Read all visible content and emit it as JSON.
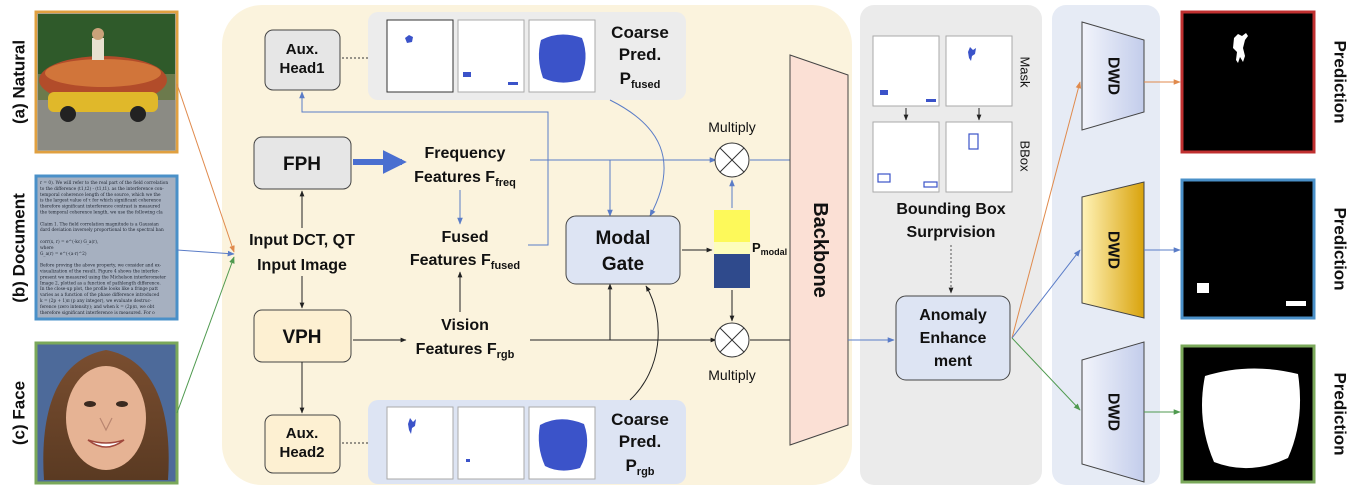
{
  "inputs": {
    "natural_label": "(a) Natural",
    "document_label": "(b) Document",
    "face_label": "(c) Face",
    "document_text": [
      "r = 0). We will refer to the real part of the field correlation",
      "to the difference (t1,t2) - (t1,t1). as the interference con-",
      "temporal coherence length of the source, which we the",
      "is the largest value of τ for which significant coherence",
      "therefore significant interference contrast is measured",
      "the temporal coherence length, we use the following cla",
      "",
      "Claim 1. The field correlation magnitude is a Gaussian",
      "dard deviation inversely proportional to the spectral ban",
      "",
      "corr(x, r) = e^(-kc) G_a(r),",
      "where",
      "G_a(r) = e^(-(a·r)^2)",
      "",
      "Before proving the above property, we consider and ex-",
      "visualization of the result. Figure 4 shows the interfer-",
      "present we measured using the Michelson interferometer",
      "Image 2, plotted as a function of pathlength difference.",
      "In the close-up plot, the profile looks like a fringe patt",
      "varies as a function of the phase difference introduced",
      "k = (2p + 1)π (p any integer), we evaluate destruc-",
      "ference (zero intensity); and when k = (2p)π, we obt",
      "therefore significant interference is measured. For o"
    ]
  },
  "blocks": {
    "aux_head1": [
      "Aux.",
      "Head1"
    ],
    "aux_head2": [
      "Aux.",
      "Head2"
    ],
    "fph": "FPH",
    "vph": "VPH",
    "input_text": [
      "Input DCT, QT",
      "Input Image"
    ],
    "freq_features": {
      "line1": "Frequency",
      "base": "Features F",
      "sub": "freq"
    },
    "fused_features": {
      "line1": "Fused",
      "base": "Features F",
      "sub": "fused"
    },
    "vision_features": {
      "line1": "Vision",
      "base": "Features F",
      "sub": "rgb"
    },
    "modal_gate": [
      "Modal",
      "Gate"
    ],
    "p_modal": {
      "base": "P",
      "sub": "modal"
    },
    "multiply_top": "Multiply",
    "multiply_bottom": "Multiply",
    "backbone": "Backbone",
    "coarse_top": {
      "l1": "Coarse",
      "l2": "Pred.",
      "base": "P",
      "sub": "fused"
    },
    "coarse_bottom": {
      "l1": "Coarse",
      "l2": "Pred.",
      "base": "P",
      "sub": "rgb"
    },
    "mask_label": "Mask",
    "bbox_label": "BBox",
    "bbox_supervision": [
      "Bounding Box",
      "Surprvision"
    ],
    "anomaly": [
      "Anomaly",
      "Enhance",
      "ment"
    ],
    "dwd_label": "DWD",
    "prediction_label": "Prediction"
  },
  "colors": {
    "main_panel": "#fbf3dd",
    "gray_panel": "#ebebeb",
    "blue_panel": "#e6ebf5",
    "box_gray": "#e6e6e6",
    "box_cream": "#fdf0d2",
    "box_blue": "#dde4f3",
    "backbone": "#fbe0d5",
    "modal_yellow": "#fdf95a",
    "modal_blue": "#2f4a8c",
    "mask_blue": "#3b53c9",
    "arrow_blue": "#5a7cc7",
    "arrow_orange": "#e08a4c",
    "arrow_green": "#4f9a4f",
    "border_orange": "#e0a040",
    "border_blue": "#4a90c8",
    "border_green": "#7aa85a",
    "border_red": "#c03030",
    "dwd_gold": "#d9a30c"
  }
}
